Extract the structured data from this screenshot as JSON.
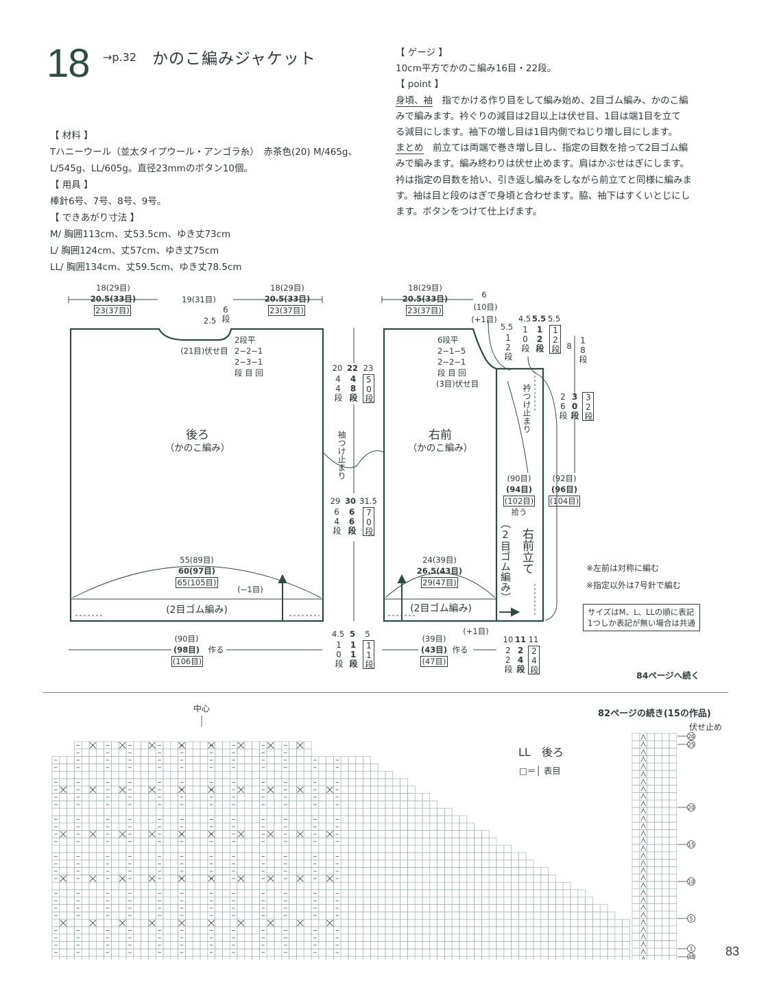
{
  "header": {
    "number": "18",
    "page_ref": "→p.32",
    "title": "かのこ編みジャケット"
  },
  "materials": {
    "h_materials": "【 材料 】",
    "materials_l1": "Tハニーウール（並太タイプウール・アンゴラ糸）　赤茶色(20) M/465g、",
    "materials_l2": "L/545g、LL/605g。直径23mmのボタン10個。",
    "h_tools": "【 用具 】",
    "tools": "棒針6号、7号、8号、9号。",
    "h_size": "【 できあがり寸法 】",
    "size_m": "M/ 胸囲113cm、丈53.5cm、ゆき丈73cm",
    "size_l": "L/ 胸囲124cm、丈57cm、ゆき丈75cm",
    "size_ll": "LL/ 胸囲134cm、丈59.5cm、ゆき丈78.5cm"
  },
  "info": {
    "h_gauge": "【 ゲージ 】",
    "gauge": "10cm平方でかのこ編み16目・22段。",
    "h_point": "【 point 】",
    "p1_head": "身頃、袖",
    "p1_l1": "　指でかける作り目をして編み始め、2目ゴム編み、かのこ編",
    "p1_l2": "みで編みます。衿ぐりの減目は2目以上は伏せ目、1目は端1目を立て",
    "p1_l3": "る減目にします。袖下の増し目は1目内側でねじり増し目にします。",
    "p2_head": "まとめ",
    "p2_l1": "　前立ては両端で巻き増し目し、指定の目数を拾って2目ゴム編",
    "p2_l2": "みで編みます。編み終わりは伏せ止めます。肩はかぶせはぎにします。",
    "p2_l3": "衿は指定の目数を拾い、引き返し編みをしながら前立てと同様に編みま",
    "p2_l4": "す。袖は目と段のはぎで身頃と合わせます。脇、袖下はすくいとじにし",
    "p2_l5": "ます。ボタンをつけて仕上げます。"
  },
  "back": {
    "label": "後ろ",
    "sub": "（かのこ編み）",
    "shoulder_m": "18(29目)",
    "shoulder_l": "20.5(33目)",
    "shoulder_ll": "23(37目)",
    "neck_w": "19(31目)",
    "neck_d1": "2.5",
    "neck_d2": "6段",
    "bind": "(21目)伏せ目",
    "dec1": "2段平",
    "dec2": "2−2−1",
    "dec3": "2−3−1",
    "dec4": "段 目 回",
    "arm_m": "20",
    "arm_m2": "44段",
    "arm_l": "22",
    "arm_l2": "48段",
    "arm_ll": "23",
    "arm_ll2": "50段",
    "sleeve_stop": "袖つけ止まり",
    "side_m": "29",
    "side_m2": "64段",
    "side_l": "30",
    "side_l2": "66段",
    "side_ll": "31.5",
    "side_ll2": "70段",
    "hem_m": "55(89目)",
    "hem_l": "60(97目)",
    "hem_ll": "65(105目)",
    "minus": "(−1目)",
    "rib": "(2目ゴム編み)",
    "rib_m": "4.5",
    "rib_m2": "10段",
    "rib_l": "5",
    "rib_l2": "11段",
    "rib_ll": "5",
    "rib_ll2": "11段",
    "cast_m": "(90目)",
    "cast_l": "(98目)",
    "cast_word": "作る",
    "cast_ll": "(106目)"
  },
  "front": {
    "label": "右前",
    "sub": "（かのこ編み）",
    "shoulder_m": "18(29目)",
    "shoulder_l": "20.5(33目)",
    "shoulder_ll": "23(37目)",
    "neck_6": "6",
    "neck_10": "(10目)",
    "plus1": "(+1目)",
    "c1": "5.5",
    "c1b": "12段",
    "c2": "4.5",
    "c2b": "10段",
    "c3": "5.5",
    "c3b": "12段",
    "c4": "5.5",
    "c4b": "12段",
    "c5": "8",
    "c5b": "18段",
    "c6": "26段",
    "c7": "30段",
    "c8": "32段",
    "dec1": "6段平",
    "dec2": "2−1−5",
    "dec3": "2−2−1",
    "dec4": "段 目 回",
    "bind": "(3目)伏せ目",
    "collar_stop": "衿つけ止まり",
    "pick_m": "(90目)",
    "pick_l": "(94目)",
    "pick_ll": "(102目)",
    "pick_word": "拾う",
    "pick2_m": "(92目)",
    "pick2_l": "(96目)",
    "pick2_ll": "(104目)",
    "band_rib": "（2目ゴム編み）",
    "band": "右前立て",
    "hem_m": "24(39目)",
    "hem_l": "26.5(43目)",
    "hem_ll": "29(47目)",
    "rib": "(2目ゴム編み)",
    "plus1b": "(+1目)",
    "cast_m": "(39目)",
    "cast_l": "(43目)",
    "cast_word": "作る",
    "cast_ll": "(47目)",
    "band_m": "10",
    "band_m2": "22段",
    "band_l": "11",
    "band_l2": "24段",
    "band_ll": "11",
    "band_ll2": "24段"
  },
  "notes": {
    "n1": "※左前は対称に編む",
    "n2": "※指定以外は7号針で編む",
    "size_l1": "サイズはM、L、LLの順に表記",
    "size_l2": "1つしか表記が無い場合は共通",
    "continue": "84ページへ続く"
  },
  "chart": {
    "center": "中心",
    "continued": "82ページの続き(15の作品)",
    "bind_off": "伏せ止め",
    "title": "LL　後ろ",
    "legend": "□＝│ 表目",
    "rows": [
      "26",
      "25",
      "20",
      "15",
      "10",
      "5",
      "1",
      "48"
    ]
  },
  "page_number": "83"
}
